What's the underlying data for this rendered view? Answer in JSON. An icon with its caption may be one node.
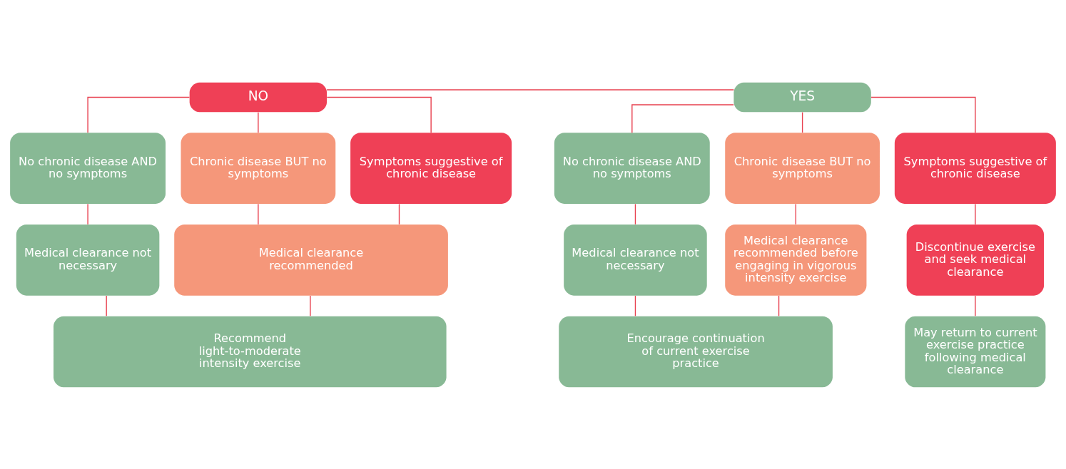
{
  "diagram": {
    "nodes": [
      {
        "text": [
          "NO"
        ]
      },
      {
        "text": [
          "No chronic disease AND no symptoms"
        ]
      },
      {
        "text": [
          "Chronic disease BUT no symptoms"
        ]
      },
      {
        "text": [
          "Symptoms suggestive of chronic disease"
        ]
      },
      {
        "text": [
          "Medical clearance not necessary"
        ]
      },
      {
        "text": [
          "Medical clearance recommended"
        ]
      },
      {
        "text": [
          "Recommend light-to-moderate intensity exercise"
        ]
      },
      {
        "text": [
          "YES"
        ]
      },
      {
        "text": [
          "No chronic disease AND no symptoms"
        ]
      },
      {
        "text": [
          "Chronic disease BUT no symptoms"
        ]
      },
      {
        "text": [
          "Symptoms suggestive of chronic disease"
        ]
      },
      {
        "text": [
          "Medical clearance not necessary"
        ]
      },
      {
        "text": [
          "Medical clearance recommended before engaging in vigorous intensity exercise"
        ]
      },
      {
        "text": [
          "Discontinue exercise and seek medical clearance"
        ]
      },
      {
        "text": [
          "Encourage continuation of current exercise practice"
        ]
      },
      {
        "text": [
          "May return to current exercise practice following medical clearance"
        ]
      }
    ],
    "edges": [
      {
        "from": 0,
        "to": 7,
        "arrow": "none"
      },
      {
        "from": 0,
        "to": 1,
        "arrow": "none"
      },
      {
        "from": 0,
        "to": 2,
        "arrow": "none"
      },
      {
        "from": 0,
        "to": 3,
        "arrow": "none"
      },
      {
        "from": 1,
        "to": 4,
        "arrow": "none"
      },
      {
        "from": 2,
        "to": 5,
        "arrow": "none"
      },
      {
        "from": 3,
        "to": 5,
        "arrow": "none"
      },
      {
        "from": 4,
        "to": 6,
        "arrow": "none"
      },
      {
        "from": 5,
        "to": 6,
        "arrow": "none"
      },
      {
        "from": 7,
        "to": 8,
        "arrow": "none"
      },
      {
        "from": 7,
        "to": 9,
        "arrow": "none"
      },
      {
        "from": 7,
        "to": 10,
        "arrow": "none"
      },
      {
        "from": 8,
        "to": 11,
        "arrow": "none"
      },
      {
        "from": 9,
        "to": 12,
        "arrow": "none"
      },
      {
        "from": 10,
        "to": 13,
        "arrow": "none"
      },
      {
        "from": 11,
        "to": 14,
        "arrow": "none"
      },
      {
        "from": 12,
        "to": 14,
        "arrow": "none"
      },
      {
        "from": 13,
        "to": 15,
        "arrow": "none"
      }
    ]
  }
}
